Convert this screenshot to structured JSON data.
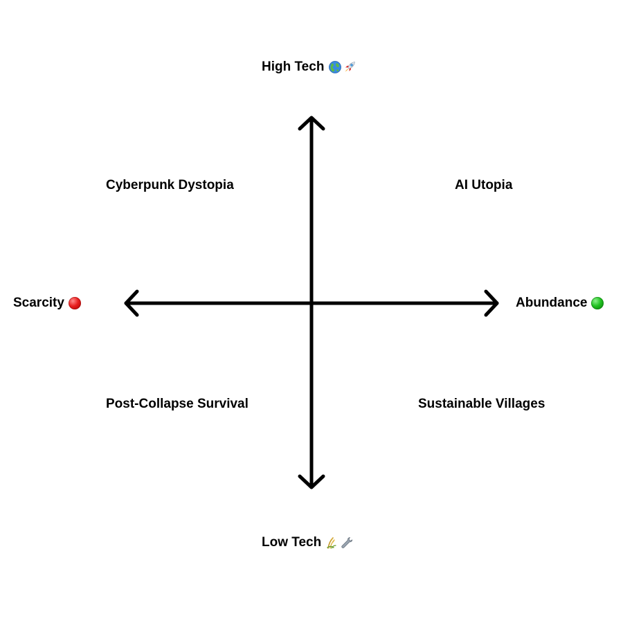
{
  "axes": {
    "top_label": "High Tech",
    "top_icons": [
      "globe-icon",
      "rocket-icon"
    ],
    "bottom_label": "Low Tech",
    "bottom_icons": [
      "farming-icon",
      "wrench-icon"
    ],
    "left_label": "Scarcity",
    "left_icon": "red-circle-icon",
    "right_label": "Abundance",
    "right_icon": "green-circle-icon"
  },
  "quadrants": {
    "top_left": "Cyberpunk Dystopia",
    "top_right": "AI Utopia",
    "bottom_left": "Post-Collapse Survival",
    "bottom_right": "Sustainable Villages"
  },
  "colors": {
    "axis": "#000000",
    "scarcity_dot": "#e81f1f",
    "abundance_dot": "#21c021"
  }
}
